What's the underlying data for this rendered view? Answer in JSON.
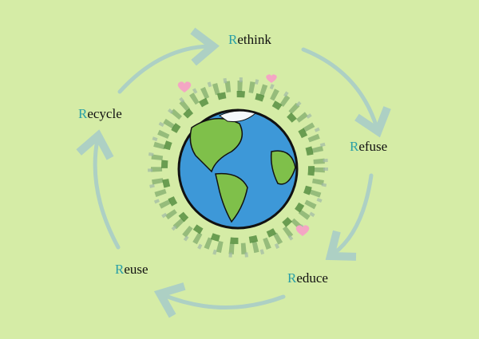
{
  "steps": [
    {
      "initial": "R",
      "rest": "ethink"
    },
    {
      "initial": "R",
      "rest": "efuse"
    },
    {
      "initial": "R",
      "rest": "educe"
    },
    {
      "initial": "R",
      "rest": "euse"
    },
    {
      "initial": "R",
      "rest": "ecycle"
    }
  ],
  "colors": {
    "background": "#d5eca6",
    "accent": "#2a9fa6",
    "arrow": "#a9cdc8",
    "ocean": "#3d98d8",
    "land": "#7fc04a"
  }
}
